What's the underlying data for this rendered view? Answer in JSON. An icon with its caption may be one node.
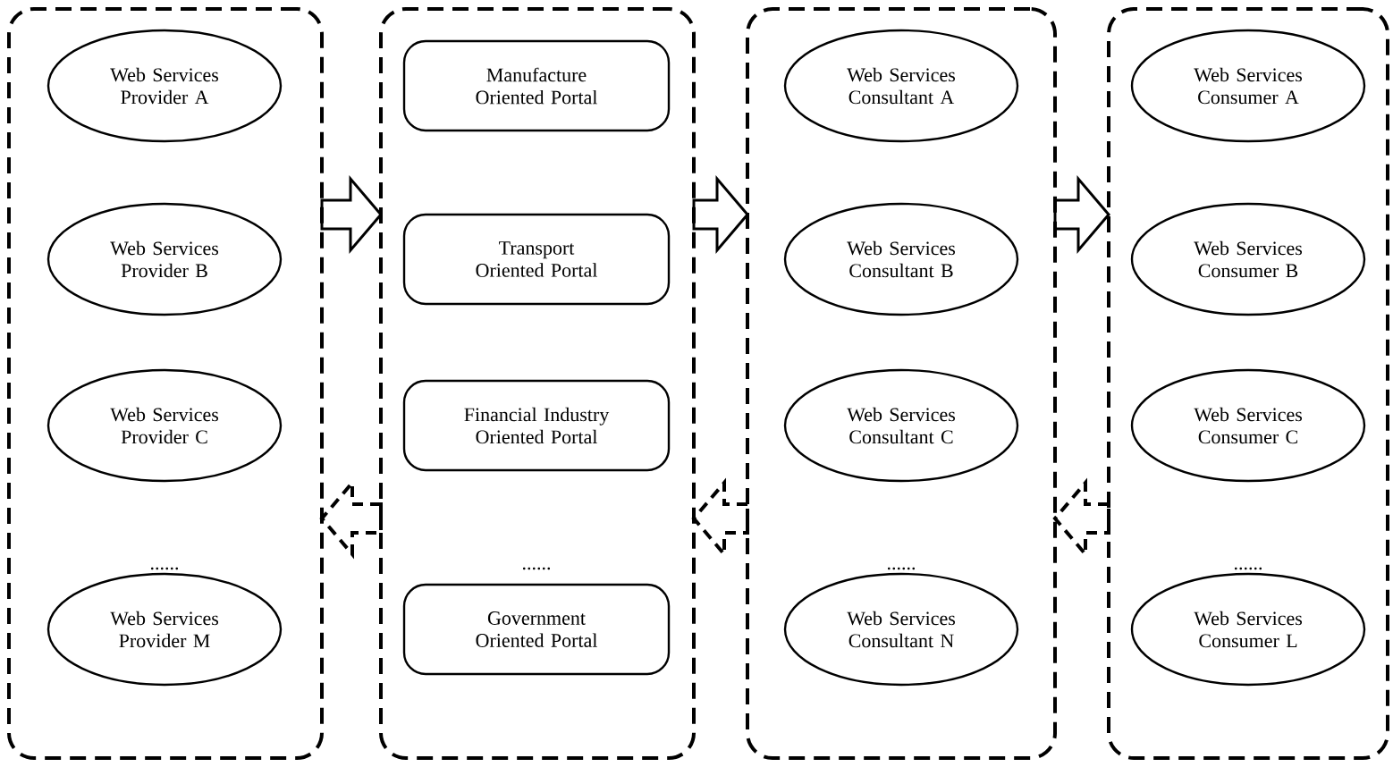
{
  "diagram": {
    "nodes": [
      {
        "text": [],
        "shape": "box"
      },
      {
        "text": [
          "Web Services Provider A"
        ],
        "in": 0
      },
      {
        "text": [
          "Web Services Provider B"
        ],
        "in": 0
      },
      {
        "text": [
          "Web Services Provider C"
        ],
        "in": 0
      },
      {
        "text": [
          "Web Services Provider M"
        ],
        "in": 0
      },
      {
        "text": [],
        "shape": "box"
      },
      {
        "text": [
          "Manufacture Oriented Portal"
        ],
        "in": 5
      },
      {
        "text": [
          "Transport Oriented Portal"
        ],
        "in": 5
      },
      {
        "text": [
          "Financial Industry Oriented Portal"
        ],
        "in": 5
      },
      {
        "text": [
          "Government Oriented Portal"
        ],
        "in": 5
      },
      {
        "text": [],
        "shape": "box"
      },
      {
        "text": [
          "Web Services Consultant A"
        ],
        "in": 10
      },
      {
        "text": [
          "Web Services Consultant B"
        ],
        "in": 10
      },
      {
        "text": [
          "Web Services Consultant C"
        ],
        "in": 10
      },
      {
        "text": [
          "Web Services Consultant N"
        ],
        "in": 10
      },
      {
        "text": [],
        "shape": "box"
      },
      {
        "text": [
          "Web Services Consumer A"
        ],
        "in": 15
      },
      {
        "text": [
          "Web Services Consumer B"
        ],
        "in": 15
      },
      {
        "text": [
          "Web Services Consumer C"
        ],
        "in": 15
      },
      {
        "text": [
          "Web Services Consumer L"
        ],
        "in": 15
      }
    ],
    "edges": [
      {
        "from": 0,
        "to": 5,
        "arrow": "to"
      },
      {
        "from": 5,
        "to": 0,
        "arrow": "to",
        "style": "dashed"
      },
      {
        "from": 5,
        "to": 10,
        "arrow": "to"
      },
      {
        "from": 10,
        "to": 5,
        "arrow": "to",
        "style": "dashed"
      },
      {
        "from": 10,
        "to": 15,
        "arrow": "to"
      },
      {
        "from": 15,
        "to": 10,
        "arrow": "to",
        "style": "dashed"
      }
    ],
    "labels": [
      "......",
      "......",
      "......",
      "......"
    ]
  }
}
